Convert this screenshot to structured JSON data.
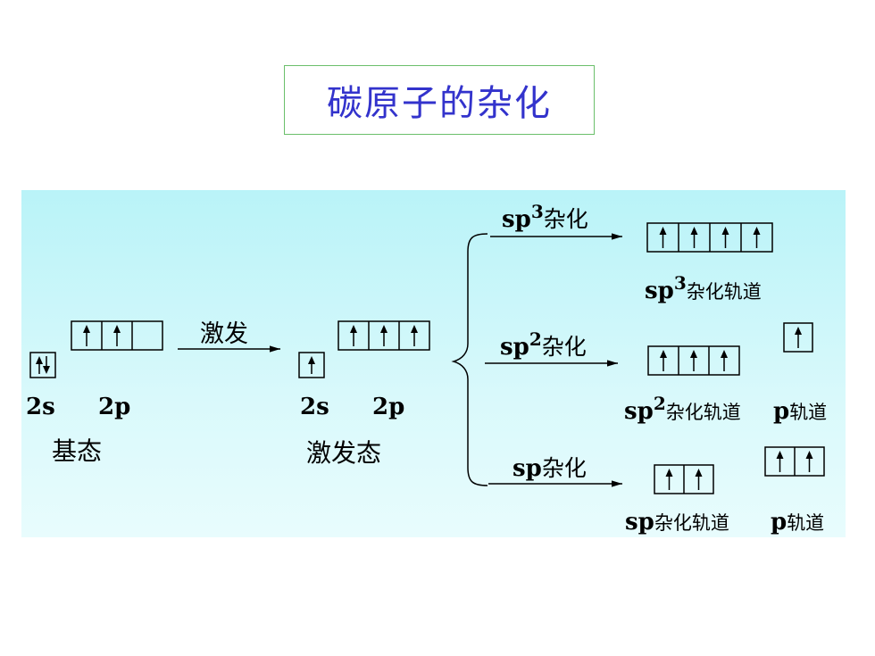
{
  "title": "碳原子的杂化",
  "ground_state": {
    "label_2s": "2s",
    "label_2p": "2p",
    "caption": "基态"
  },
  "excitation": {
    "arrow_label": "激发"
  },
  "excited_state": {
    "label_2s": "2s",
    "label_2p": "2p",
    "caption": "激发态"
  },
  "sp3": {
    "prefix": "sp",
    "sup": "3",
    "suffix": "杂化",
    "orbital_prefix": "sp",
    "orbital_sup": "3",
    "orbital_suffix": "杂化轨道"
  },
  "sp2": {
    "prefix": "sp",
    "sup": "2",
    "suffix": "杂化",
    "orbital_prefix": "sp",
    "orbital_sup": "2",
    "orbital_suffix": "杂化轨道",
    "p_prefix": "p",
    "p_suffix": "轨道"
  },
  "sp": {
    "prefix": "sp",
    "suffix": "杂化",
    "orbital_prefix": "sp",
    "orbital_suffix": "杂化轨道",
    "p_prefix": "p",
    "p_suffix": "轨道"
  },
  "colors": {
    "title": "#3333cc",
    "title_border": "#6bbf6b",
    "panel": "#c8f5f9"
  }
}
